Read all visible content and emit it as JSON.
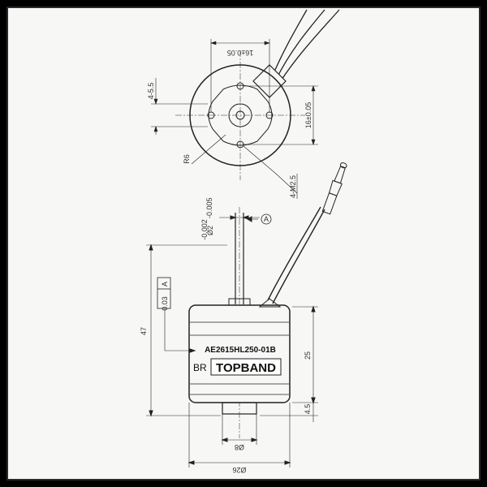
{
  "drawing": {
    "model_code": "AE2615HL250-01B",
    "brand_prefix": "BR",
    "brand_name": "TOPBAND",
    "brand_color": "#1b8a5a"
  },
  "top_view": {
    "dim_width": "16±0.05",
    "dim_height": "16±0.05",
    "dim_holes_spacing": "4-5.5",
    "dim_radius": "R6",
    "dim_thread": "4-M2.5"
  },
  "side_view": {
    "datum_label": "A",
    "shaft_diameter": "Ø2",
    "shaft_tolerance_upper": "-0.002",
    "shaft_tolerance_lower": "-0.005",
    "runout_value": "0.03",
    "runout_datum": "A",
    "total_length": "47",
    "body_length": "25",
    "boss_length": "4.5",
    "boss_diameter": "Ø8",
    "body_diameter": "Ø26"
  }
}
